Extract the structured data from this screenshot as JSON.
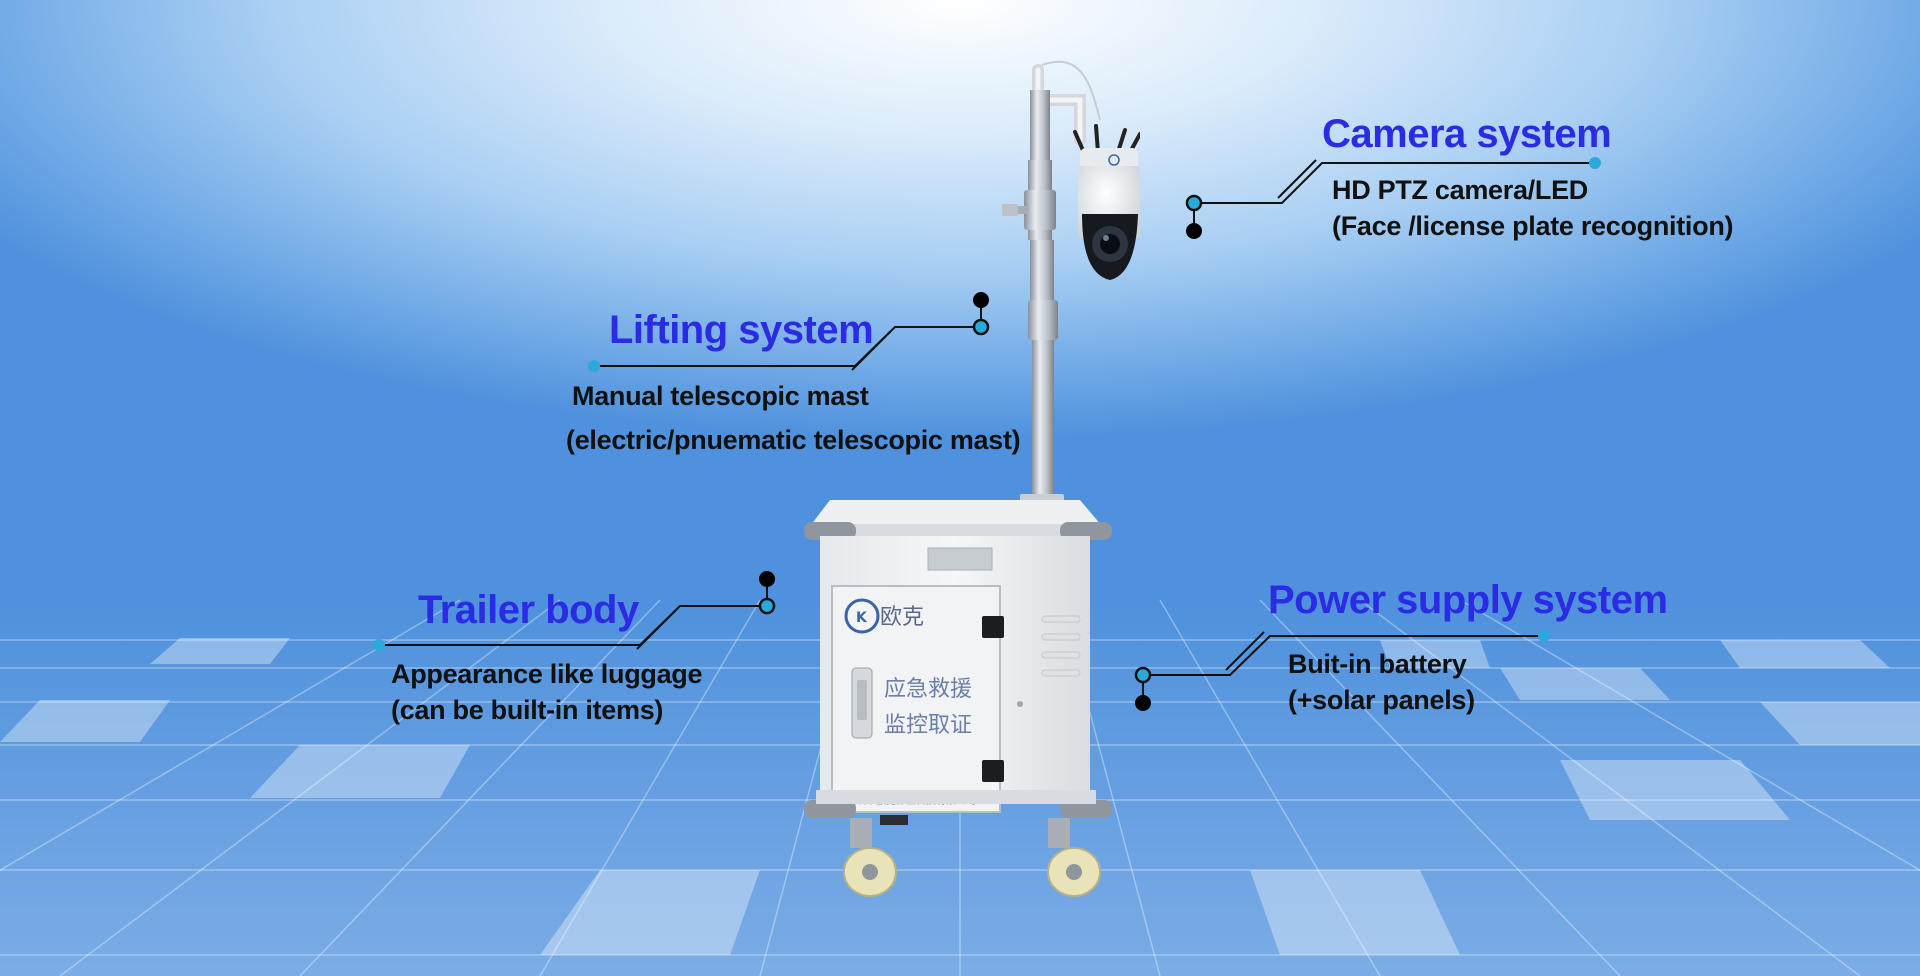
{
  "colors": {
    "heading": "#2b2be3",
    "description": "#111111",
    "accent_dot": "#2aa9dc",
    "connector_dot": "#000000"
  },
  "callouts": {
    "camera": {
      "title": "Camera system",
      "lines": [
        "HD PTZ camera/LED",
        "(Face /license plate recognition)"
      ]
    },
    "lifting": {
      "title": "Lifting system",
      "lines": [
        "Manual telescopic mast",
        "(electric/pnuematic telescopic mast)"
      ]
    },
    "trailer": {
      "title": "Trailer body",
      "lines": [
        "Appearance like luggage",
        "(can be built-in items)"
      ]
    },
    "power": {
      "title": "Power supply system",
      "lines": [
        "Buit-in battery",
        "(+solar panels)"
      ]
    }
  },
  "product": {
    "logo_text": "欧克",
    "door_text_1": "应急救援",
    "door_text_2": "监控取证",
    "company_text": "深圳市欧克伟业科技有限公司"
  }
}
